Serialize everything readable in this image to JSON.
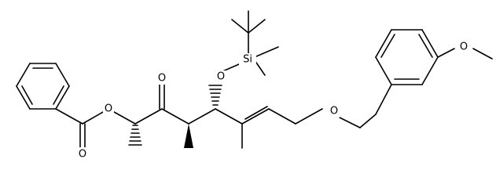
{
  "molecule": {
    "atom_labels": {
      "ester_o_carbonyl": "O",
      "ester_o_link": "O",
      "ketone_o": "O",
      "silyl_ether_o": "O",
      "silicon": "Si",
      "benzyl_ether_o": "O",
      "methoxy_o": "O"
    }
  }
}
